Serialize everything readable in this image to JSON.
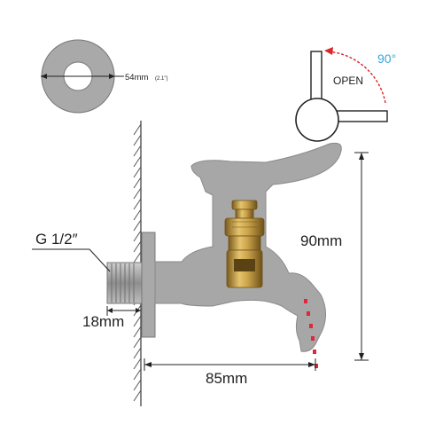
{
  "flange": {
    "diameter_label": "54mm",
    "diameter_inch": "(2.1\")"
  },
  "handle": {
    "open_label": "OPEN",
    "angle_label": "90°"
  },
  "thread": {
    "label": "G  1/2″"
  },
  "dimensions": {
    "inlet_length": "18mm",
    "height": "90mm",
    "reach": "85mm"
  },
  "colors": {
    "faucet_body": "#a7a7a7",
    "faucet_outline": "#8a8a8a",
    "wall_line": "#444444",
    "brass": "#c9a24a",
    "brass_dark": "#8d6a23",
    "angle_text": "#3aa6d8",
    "arrow_red": "#d9262a",
    "water_dots": "#e0263a"
  }
}
